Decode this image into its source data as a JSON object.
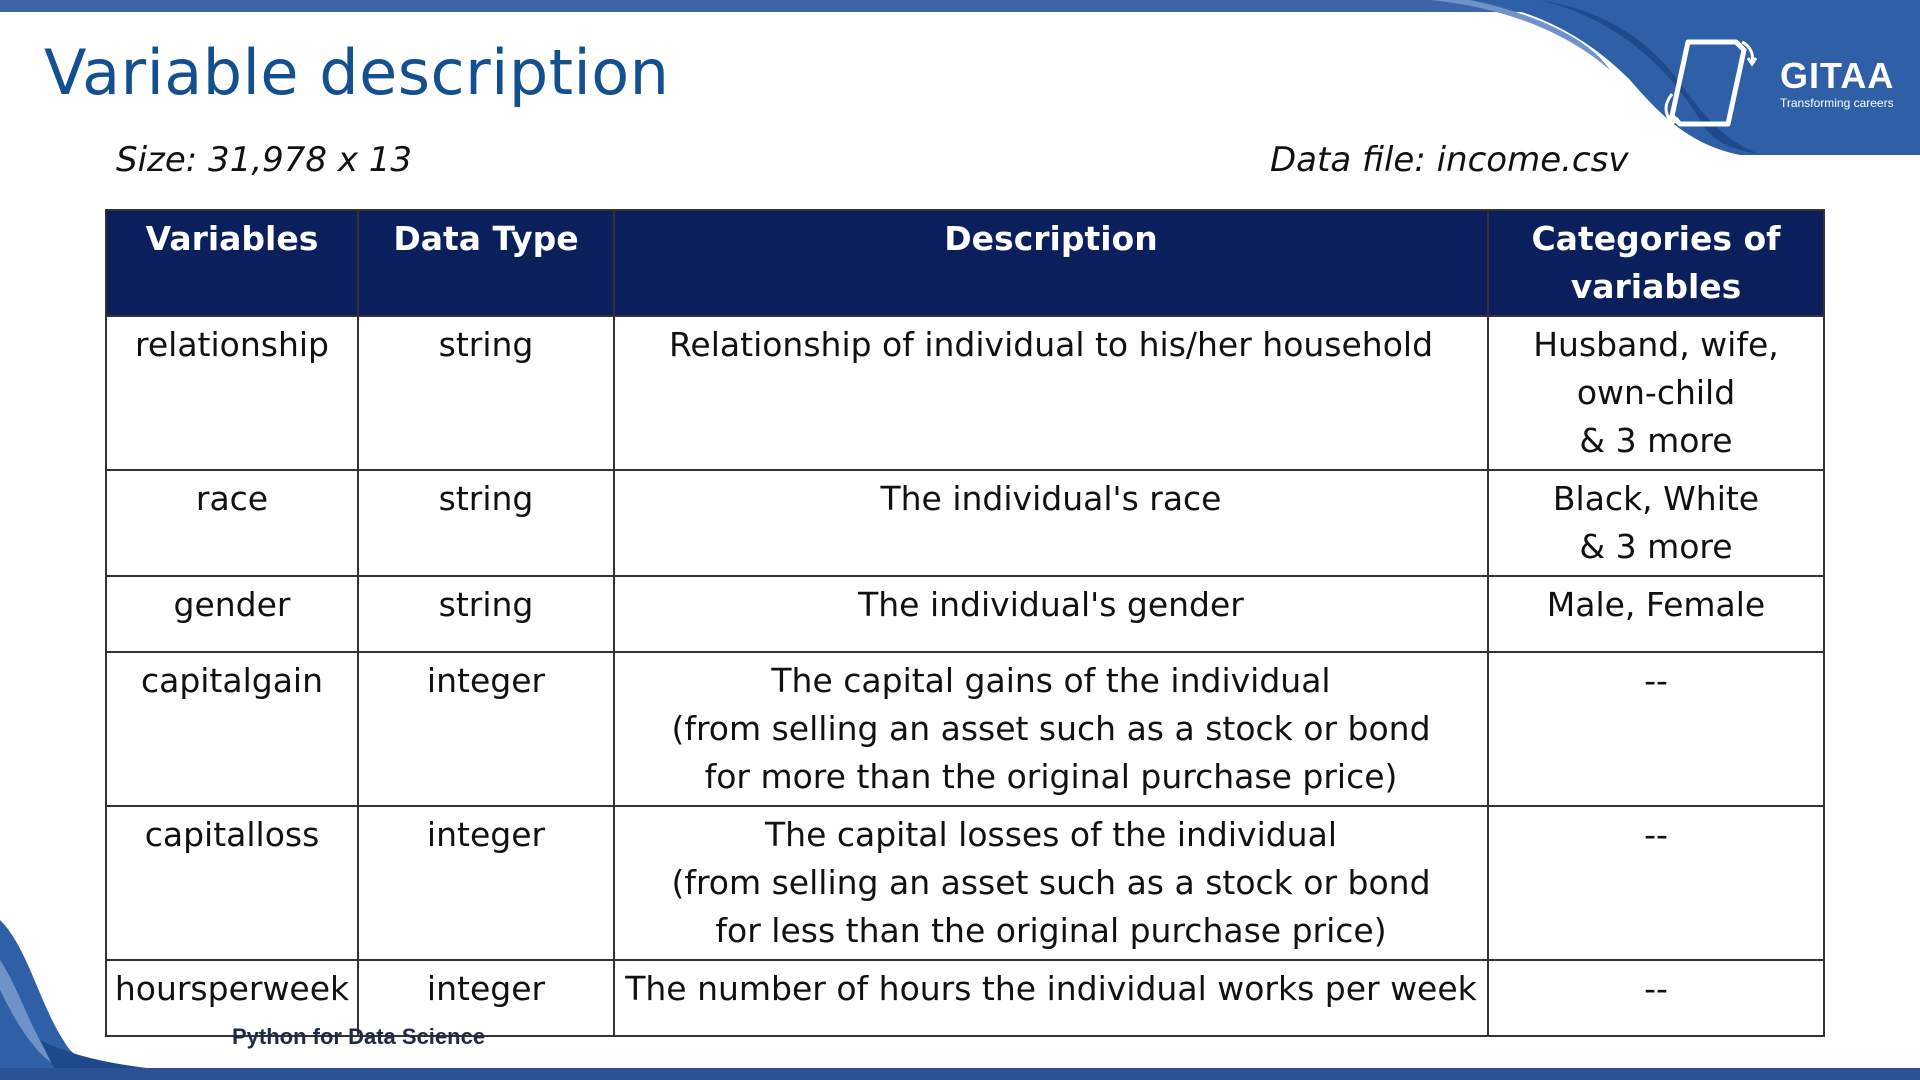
{
  "title": "Variable description",
  "size_text": "Size: 31,978 x 13",
  "datafile_text": "Data file: income.csv",
  "logo": {
    "name": "GITAA",
    "tagline": "Transforming careers"
  },
  "footer": "Python for Data Science",
  "colors": {
    "title": "#14508f",
    "header_bg": "#0b1f5c",
    "accent": "#3a65a8"
  },
  "table": {
    "headers": [
      "Variables",
      "Data Type",
      "Description",
      "Categories of variables"
    ],
    "rows": [
      {
        "variable": "relationship",
        "type": "string",
        "description": [
          "Relationship of individual to his/her household"
        ],
        "categories": [
          "Husband, wife, own-child",
          "& 3 more"
        ]
      },
      {
        "variable": "race",
        "type": "string",
        "description": [
          "The individual's race"
        ],
        "categories": [
          "Black, White",
          "& 3 more"
        ]
      },
      {
        "variable": "gender",
        "type": "string",
        "description": [
          "The individual's gender"
        ],
        "categories": [
          "Male, Female"
        ]
      },
      {
        "variable": "capitalgain",
        "type": "integer",
        "description": [
          "The capital gains of the individual",
          "(from selling an asset such as a stock or bond for more than the original purchase price)"
        ],
        "categories": [
          "--"
        ]
      },
      {
        "variable": "capitalloss",
        "type": "integer",
        "description": [
          "The capital losses of the individual",
          "(from selling an asset such as a stock or bond for less than the original  purchase price)"
        ],
        "categories": [
          "--"
        ]
      },
      {
        "variable": "hoursperweek",
        "type": "integer",
        "description": [
          "The number of hours the individual works per week"
        ],
        "categories": [
          "--"
        ]
      }
    ]
  }
}
